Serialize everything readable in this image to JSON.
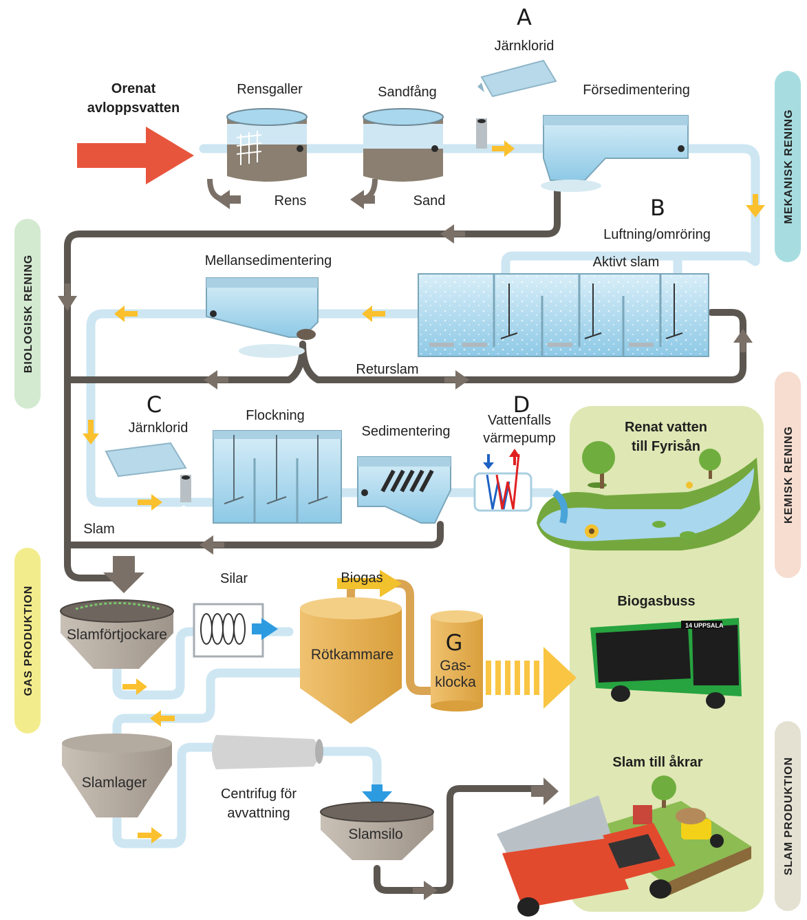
{
  "markers": {
    "a": "A",
    "b": "B",
    "c": "C",
    "d": "D",
    "g": "G"
  },
  "labels": {
    "inflow_line1": "Orenat",
    "inflow_line2": "avloppsvatten",
    "rensgaller": "Rensgaller",
    "sandfang": "Sandfång",
    "jarnklorid_top": "Järnklorid",
    "forsedimentering": "Försedimentering",
    "rens": "Rens",
    "sand": "Sand",
    "luftning": "Luftning/omröring",
    "aktivt_slam": "Aktivt slam",
    "mellansedimentering": "Mellansedimentering",
    "returslam": "Returslam",
    "jarnklorid_mid": "Järnklorid",
    "flockning": "Flockning",
    "sedimentering": "Sedimentering",
    "varmepump_line1": "Vattenfalls",
    "varmepump_line2": "värmepump",
    "renat_line1": "Renat vatten",
    "renat_line2": "till Fyrisån",
    "slam": "Slam",
    "silar": "Silar",
    "biogas": "Biogas",
    "slamfortjockare": "Slamförtjockare",
    "rotkammare": "Rötkammare",
    "gasklocka_line1": "Gas-",
    "gasklocka_line2": "klocka",
    "biogasbuss": "Biogasbuss",
    "slamlager": "Slamlager",
    "centrifug_line1": "Centrifug för",
    "centrifug_line2": "avvattning",
    "slamsilo": "Slamsilo",
    "slam_akrar": "Slam till åkrar",
    "bus_sign": "14 UPPSALA"
  },
  "sections": {
    "mekanisk": "MEKANISK RENING",
    "biologisk": "BIOLOGISK RENING",
    "kemisk": "KEMISK RENING",
    "gas": "GAS PRODUKTION",
    "slam": "SLAM PRODUKTION"
  },
  "colors": {
    "pipe_water": "#cde6f2",
    "pipe_sludge": "#5c5650",
    "arrow_water": "#fbc02d",
    "arrow_sludge": "#7a7067",
    "arrow_in": "#e8553d",
    "water": "#a9d7ee",
    "gold": "#e8b252",
    "output_panel": "#dfe7b4",
    "tag_mekanisk": "#a7dde0",
    "tag_biologisk": "#d3ead1",
    "tag_kemisk": "#f6ddd0",
    "tag_gas": "#f3ec8c",
    "tag_slam": "#e4e1d3",
    "bus_green": "#27a33f"
  }
}
